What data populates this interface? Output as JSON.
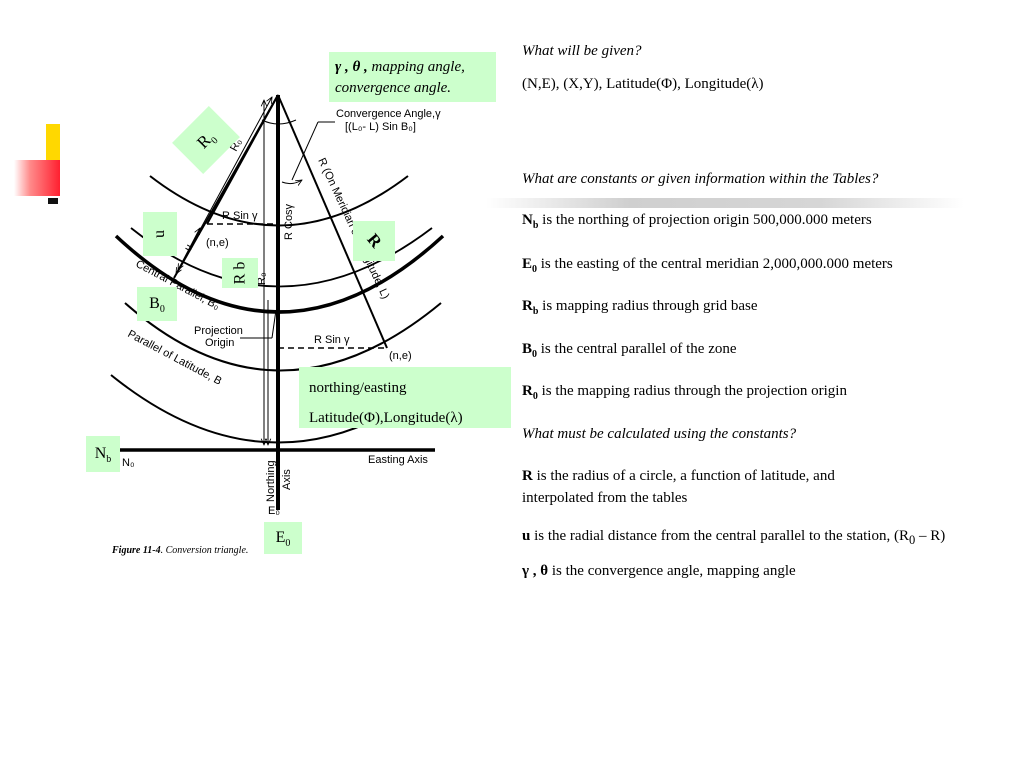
{
  "figure": {
    "caption_bold": "Figure 11-4",
    "caption_rest": ". Conversion triangle.",
    "labels": {
      "convergence_angle": "Convergence Angle,γ",
      "convergence_formula": "[(L₀- L) Sin B₀]",
      "r_on_meridian": "R (On Meridian of Longitude, L)",
      "r_sin_gamma": "R Sin γ",
      "r_cos_gamma": "R Cosγ",
      "n_e": "(n,e)",
      "central_parallel": "Central Parallel, B₀",
      "parallel_of_latitude": "Parallel of Latitude, B",
      "projection": "Projection",
      "origin": "Origin",
      "r0": "R₀",
      "rb": "R₀",
      "u": "u",
      "nb": "N₀",
      "easting_axis": "Easting Axis",
      "northing": "Northing",
      "axis": "Axis",
      "e0": "E₀"
    }
  },
  "callouts": {
    "gamma_theta": "γ , θ ,",
    "gamma_theta_text": " mapping angle,",
    "convergence": "convergence angle.",
    "r0": "R",
    "r0_sub": "0",
    "u": "u",
    "r": "R",
    "rb": "R",
    "rb_sub": "b",
    "b0": "B",
    "b0_sub": "0",
    "nb": "N",
    "nb_sub": "b",
    "e0": "E",
    "e0_sub": "0",
    "northing_easting": "northing/easting",
    "lat_long": "Latitude(Φ),Longitude(λ)"
  },
  "notes": {
    "q_given": "What will be given?",
    "given": "(N,E), (X,Y), Latitude(Φ), Longitude(λ)",
    "q_constants": "What are constants or given information within the Tables?",
    "nb_sym": "N",
    "nb_sub": "b",
    "nb_text": " is the northing of projection origin 500,000.000 meters",
    "e0_sym": "E",
    "e0_sub": "0",
    "e0_text": " is the easting of the central meridian 2,000,000.000 meters",
    "rb_sym": "R",
    "rb_sub": "b",
    "rb_text": " is mapping radius through grid base",
    "b0_sym": "B",
    "b0_sub": "0",
    "b0_text": " is the central parallel of the zone",
    "r0_sym": "R",
    "r0_sub": "0",
    "r0_text": " is the mapping radius through the projection origin",
    "q_calculated": "What must be calculated using the constants?",
    "r_sym": "R",
    "r_text": " is the radius of a circle, a function of latitude, and",
    "r_text2": "interpolated from the tables",
    "u_sym": "u",
    "u_text": " is the radial distance from the central parallel to the station,  (R",
    "u_sub": "0",
    "u_text_end": " – R)",
    "gt_sym": "γ , θ",
    "gt_text": "  is the convergence angle, mapping angle"
  }
}
